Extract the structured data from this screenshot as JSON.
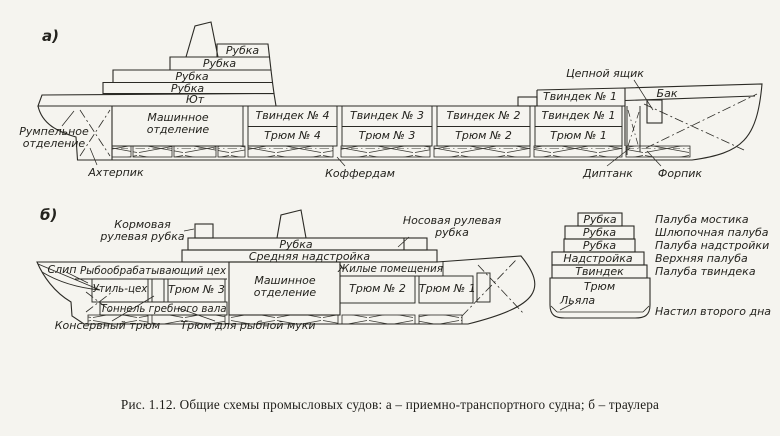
{
  "caption": "Рис. 1.12. Общие схемы промысловых судов: а – приемно-транспортного судна; б – траулера",
  "ship_a": {
    "marker": "а)",
    "deckhouse": {
      "rubka_top": "Рубка",
      "rubka_upper": "Рубка",
      "rubka_mid": "Рубка",
      "rubka_lower": "Рубка",
      "poop": "Ют"
    },
    "engine_room": "Машинное отделение",
    "columns": [
      {
        "tweendeck": "Твиндек № 4",
        "hold": "Трюм № 4"
      },
      {
        "tweendeck": "Твиндек № 3",
        "hold": "Трюм № 3"
      },
      {
        "tweendeck": "Твиндек № 2",
        "hold": "Трюм № 2"
      },
      {
        "tweendeck": "Твиндек № 1",
        "hold": "Трюм № 1"
      }
    ],
    "forecastle_tweendeck": "Твиндек № 1",
    "forecastle": "Бак",
    "callouts": {
      "steering_room": "Румпельное отделение",
      "afterpeak": "Ахтерпик",
      "cofferdam": "Коффердам",
      "deep_tank": "Диптанк",
      "forepeak": "Форпик",
      "chain_locker": "Цепной ящик"
    }
  },
  "ship_b": {
    "marker": "б)",
    "aft_wheelhouse": "Кормовая рулевая рубка",
    "fore_wheelhouse": "Носовая рулевая рубка",
    "rubka": "Рубка",
    "midship_superstructure": "Средняя надстройка",
    "slip": "Слип",
    "fish_processing": "Рыбообрабатывающий цех",
    "utility_shop": "Утиль-цех",
    "hold3": "Трюм № 3",
    "engine_room": "Машинное отделение",
    "living_quarters": "Жилые помещения",
    "hold2": "Трюм № 2",
    "hold1": "Трюм № 1",
    "shaft_tunnel": "Тоннель гребного вала",
    "canned_hold": "Консервный трюм",
    "fishmeal_hold": "Трюм для рыбной муки"
  },
  "section": {
    "boxes": {
      "rubka1": "Рубка",
      "rubka2": "Рубка",
      "rubka3": "Рубка",
      "superstructure": "Надстройка",
      "tweendeck": "Твиндек",
      "hold": "Трюм",
      "bilge": "Льяла"
    },
    "decks": [
      "Палуба мостика",
      "Шлюпочная палуба",
      "Палуба надстройки",
      "Верхняя палуба",
      "Палуба твиндека",
      "Настил второго дна"
    ]
  }
}
